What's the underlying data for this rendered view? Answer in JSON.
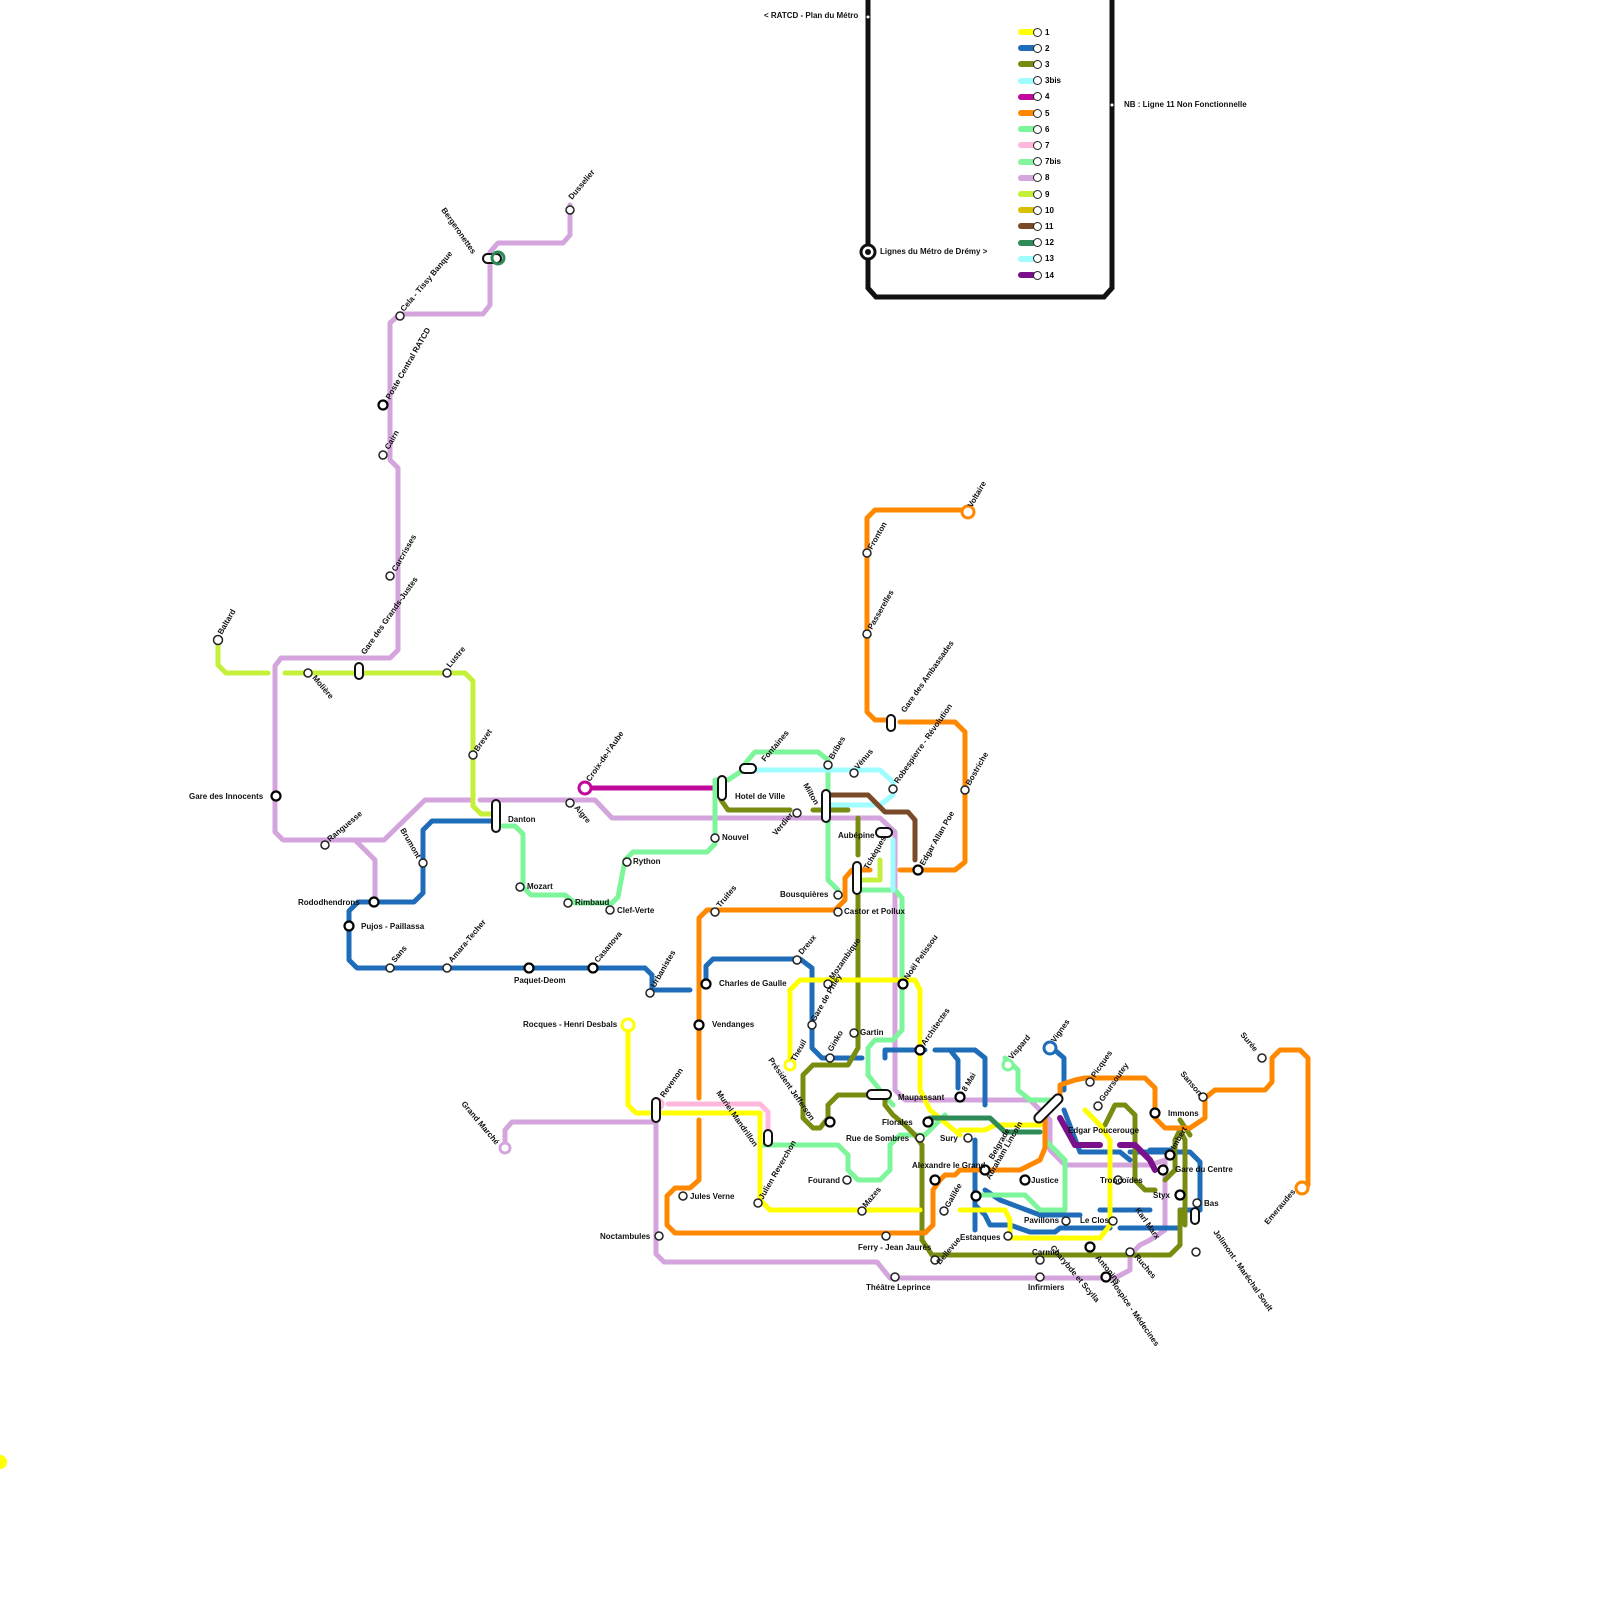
{
  "header": {
    "back_link": "< RATCD - Plan du Métro",
    "lines_link": "Lignes du Métro de Drémy >",
    "note": "NB : Ligne 11 Non Fonctionnelle"
  },
  "legend": [
    {
      "label": "1",
      "color": "#ffff00"
    },
    {
      "label": "2",
      "color": "#1f6db8"
    },
    {
      "label": "3",
      "color": "#7a8c10"
    },
    {
      "label": "3bis",
      "color": "#9ffcff"
    },
    {
      "label": "4",
      "color": "#c0089c"
    },
    {
      "label": "5",
      "color": "#ff8800"
    },
    {
      "label": "6",
      "color": "#7df59a"
    },
    {
      "label": "7",
      "color": "#ffb8dc"
    },
    {
      "label": "7bis",
      "color": "#86f39e"
    },
    {
      "label": "8",
      "color": "#d4a5dc"
    },
    {
      "label": "9",
      "color": "#c5f03a"
    },
    {
      "label": "10",
      "color": "#d8c000"
    },
    {
      "label": "11",
      "color": "#7a4a28"
    },
    {
      "label": "12",
      "color": "#2e8b57"
    },
    {
      "label": "13",
      "color": "#9ffcff"
    },
    {
      "label": "14",
      "color": "#7a108c"
    }
  ],
  "stations": {
    "s1": "Dusselier",
    "s2": "Bergeronettes",
    "s3": "Cela - Tissy Banque",
    "s4": "Poste Central RATCD",
    "s5": "Cairn",
    "s6": "Carcrisses",
    "s7": "Gare des Grands-Justes",
    "s8": "Baltard",
    "s9": "Molière",
    "s10": "Lustre",
    "s11": "Brevet",
    "s12": "Gare des Innocents",
    "s13": "Ranguesse",
    "s14": "Danton",
    "s15": "Aigre",
    "s16": "Croix-de-l'Aube",
    "s17": "Brumont",
    "s18": "Rododhendrons",
    "s19": "Pujos - Paillassa",
    "s20": "Sans",
    "s21": "Amara-Techer",
    "s22": "Paquet-Deom",
    "s23": "Casanova",
    "s24": "Urbanistes",
    "s25": "Mozart",
    "s26": "Rimbaud",
    "s27": "Clef-Verte",
    "s28": "Rython",
    "s29": "Nouvel",
    "s30": "Hotel de Ville",
    "s31": "Fontaines",
    "s32": "Verdier",
    "s33": "Milton",
    "s34": "Bribes",
    "s35": "Vénus",
    "s36": "Robespierre - Révolution",
    "s37": "Aubépine",
    "s38": "Tchèques",
    "s39": "Edgar Allan Poe",
    "s40": "Bostriche",
    "s41": "Voltaire",
    "s42": "Fronton",
    "s43": "Passerelles",
    "s44": "Gare des Ambassades",
    "s45": "Bousquières",
    "s46": "Castor et Pollux",
    "s47": "Truites",
    "s48": "Charles de Gaulle",
    "s49": "Dreux",
    "s50": "Vendanges",
    "s51": "Rocques - Henri Desbals",
    "s52": "Grand Marché",
    "s53": "Revenon",
    "s54": "Muriel Mandrillon",
    "s55": "Président Jefferson",
    "s56": "Theuil",
    "s57": "Ginko",
    "s58": "Gare de Phléy",
    "s59": "Mozambique",
    "s60": "Gartin",
    "s61": "Noël Pelissou",
    "s62": "Architectes",
    "s63": "Maupassant",
    "s64": "8 Mai",
    "s65": "Vispard",
    "s66": "Vignes",
    "s67": "Picques",
    "s68": "Goursoutey",
    "s69": "Sanson",
    "s70": "Immons",
    "s71": "Surée",
    "s72": "Florales",
    "s73": "Rue de Sombres",
    "s74": "Sury",
    "s75": "Belgrade",
    "s76": "Abraham Lincoln",
    "s77": "Edgar Poucerouge",
    "s78": "Imbert",
    "s79": "Gare du Centre",
    "s80": "Julien Reverchon",
    "s81": "Fourand",
    "s82": "Alexandre le Grand",
    "s83": "Justice",
    "s84": "Troncoïdes",
    "s85": "Styx",
    "s86": "Bas",
    "s87": "Emeraudes",
    "s88": "Jules Verne",
    "s89": "Mazes",
    "s90": "Galilée",
    "s91": "Pavillons",
    "s92": "Le Clos",
    "s93": "Karl Marx",
    "s94": "Noctambules",
    "s95": "Ferry - Jean Jaurès",
    "s96": "Estanques",
    "s97": "Carmin",
    "s98": "Charybde et Scylla",
    "s99": "Antonins",
    "s100": "Jolimont - Maréchal Soult",
    "s101": "Bellevue",
    "s102": "Théâtre Leprince",
    "s103": "Infirmiers",
    "s104": "Hospice - Médecines",
    "s105": "Ruches"
  }
}
